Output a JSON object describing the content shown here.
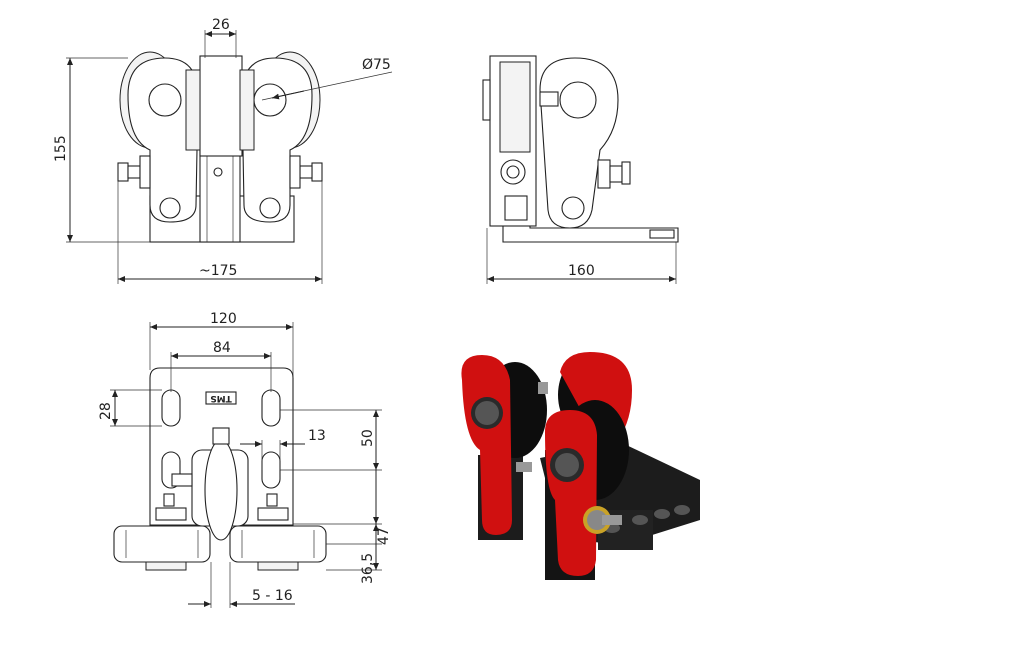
{
  "dimensions": {
    "front_gap": "26",
    "wheel_diameter": "Ø75",
    "height": "155",
    "front_width": "~175",
    "side_length": "160",
    "plate_width": "120",
    "hole_spacing": "84",
    "slot_length": "28",
    "slot_offset": "13",
    "vertical_50": "50",
    "vertical_47": "47",
    "vertical_36": "36,5",
    "gap_range": "5 - 16"
  },
  "logo": {
    "text": "TMS"
  },
  "colors": {
    "line": "#222222",
    "render_red": "#d01010",
    "render_black": "#1c1c1c"
  }
}
